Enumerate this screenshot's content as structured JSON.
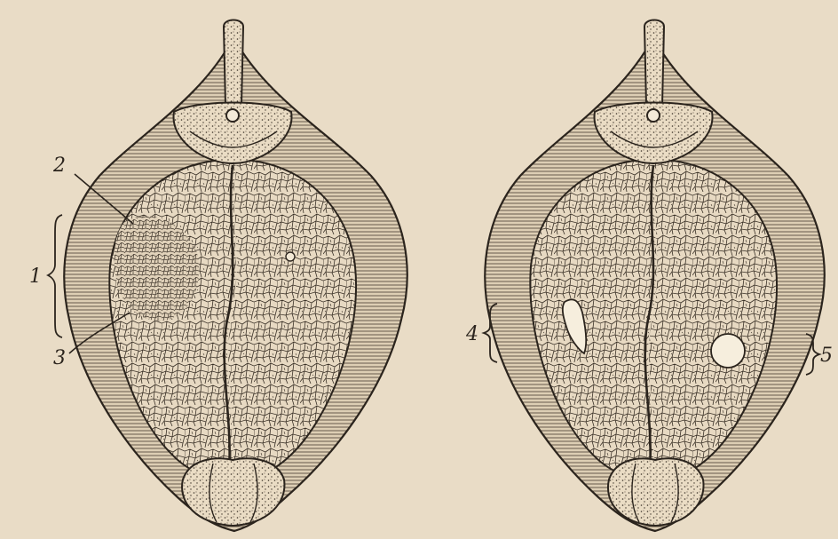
{
  "figure": {
    "left_specimen": {
      "labels": [
        {
          "id": "label-1",
          "text": "1"
        },
        {
          "id": "label-2",
          "text": "2"
        },
        {
          "id": "label-3",
          "text": "3"
        }
      ]
    },
    "right_specimen": {
      "labels": [
        {
          "id": "label-4",
          "text": "4"
        },
        {
          "id": "label-5",
          "text": "5"
        }
      ]
    }
  },
  "colors": {
    "paper": "#e9dcc6",
    "ink": "#2b241d",
    "wing": "#dccdb3",
    "body": "#e4d6bf"
  }
}
